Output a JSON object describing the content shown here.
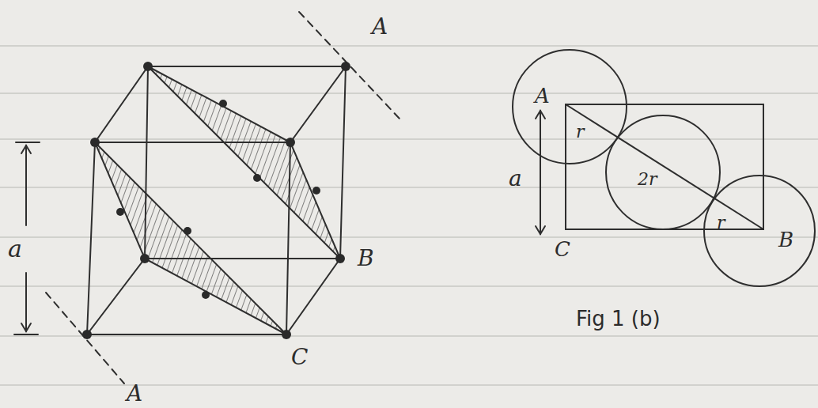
{
  "diagram": {
    "caption": "Fig 1 (b)",
    "labels": [
      "A",
      "a",
      "B",
      "C",
      "A",
      "A",
      "a",
      "C",
      "B",
      "r",
      "2r",
      "r"
    ]
  }
}
